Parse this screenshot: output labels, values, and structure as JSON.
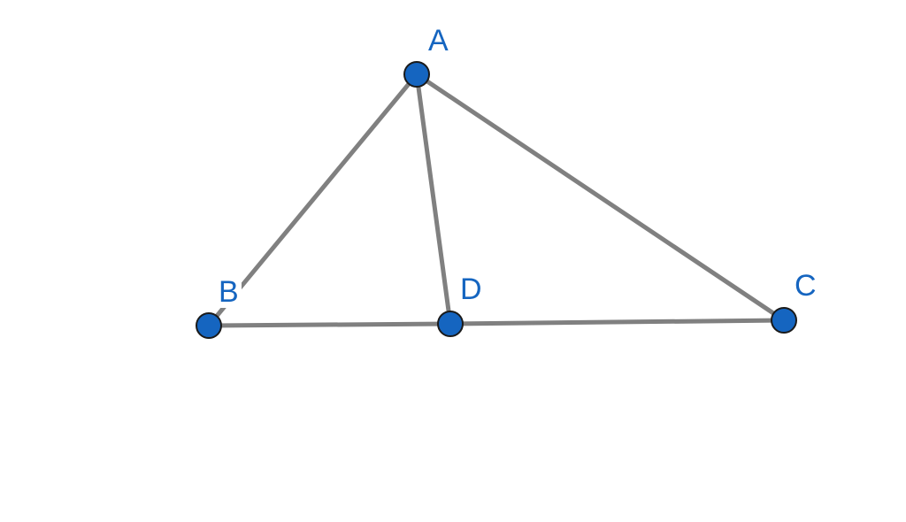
{
  "diagram": {
    "points": [
      {
        "id": "A",
        "label": "A"
      },
      {
        "id": "B",
        "label": "B"
      },
      {
        "id": "C",
        "label": "C"
      },
      {
        "id": "D",
        "label": "D"
      }
    ],
    "segments": [
      {
        "from": "A",
        "to": "B"
      },
      {
        "from": "A",
        "to": "C"
      },
      {
        "from": "A",
        "to": "D"
      },
      {
        "from": "B",
        "to": "D"
      },
      {
        "from": "D",
        "to": "C"
      }
    ],
    "colors": {
      "point_fill": "#1565c0",
      "point_outline": "#1a1a1a",
      "segment": "#808080",
      "label": "#1565c0"
    }
  }
}
